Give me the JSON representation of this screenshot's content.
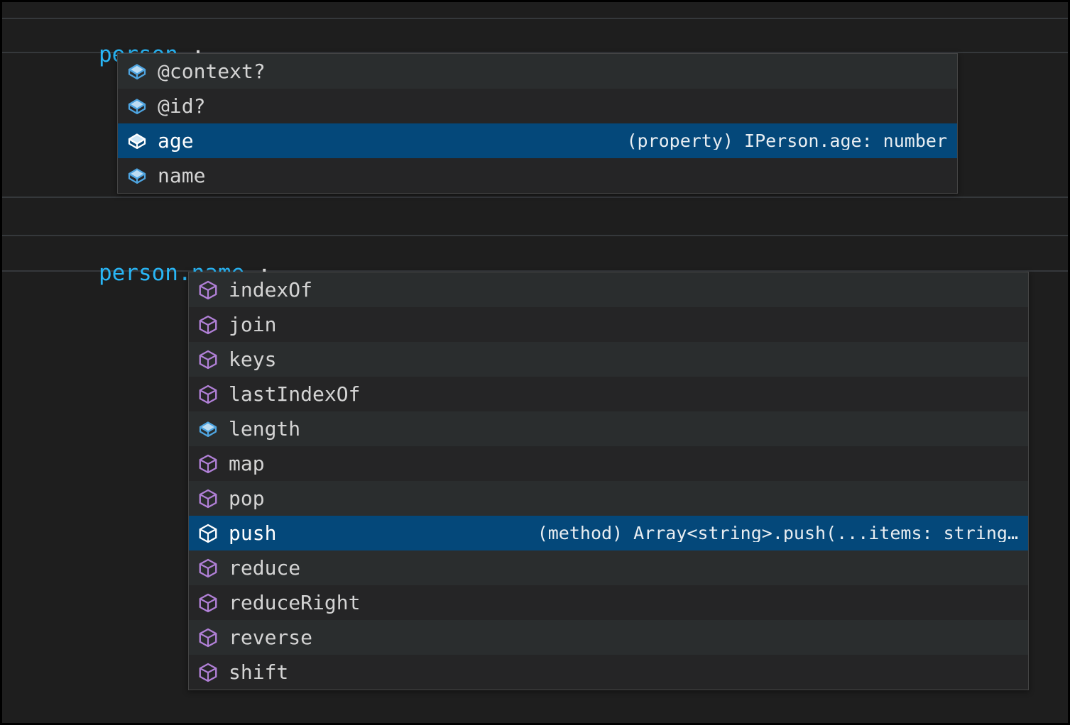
{
  "editor": {
    "theme_background": "#1e1e1e",
    "accent_selection": "#04487a",
    "error_squiggle_color": "#f14c4c",
    "identifier_color": "#29b6f6",
    "lines": [
      {
        "ident": "person",
        "punct": ".;"
      },
      {
        "ident": "person.name",
        "punct": ".;"
      }
    ]
  },
  "suggest_widgets": [
    {
      "id": "person-members",
      "items": [
        {
          "label": "@context?",
          "kind": "property",
          "icon": "property-cube-icon",
          "detail": "",
          "selected": false
        },
        {
          "label": "@id?",
          "kind": "property",
          "icon": "property-cube-icon",
          "detail": "",
          "selected": false
        },
        {
          "label": "age",
          "kind": "property",
          "icon": "property-cube-icon",
          "detail": "(property) IPerson.age: number",
          "selected": true
        },
        {
          "label": "name",
          "kind": "property",
          "icon": "property-cube-icon",
          "detail": "",
          "selected": false
        }
      ]
    },
    {
      "id": "array-members",
      "items": [
        {
          "label": "indexOf",
          "kind": "method",
          "icon": "method-cube-icon",
          "detail": "",
          "selected": false
        },
        {
          "label": "join",
          "kind": "method",
          "icon": "method-cube-icon",
          "detail": "",
          "selected": false
        },
        {
          "label": "keys",
          "kind": "method",
          "icon": "method-cube-icon",
          "detail": "",
          "selected": false
        },
        {
          "label": "lastIndexOf",
          "kind": "method",
          "icon": "method-cube-icon",
          "detail": "",
          "selected": false
        },
        {
          "label": "length",
          "kind": "property",
          "icon": "property-cube-icon",
          "detail": "",
          "selected": false
        },
        {
          "label": "map",
          "kind": "method",
          "icon": "method-cube-icon",
          "detail": "",
          "selected": false
        },
        {
          "label": "pop",
          "kind": "method",
          "icon": "method-cube-icon",
          "detail": "",
          "selected": false
        },
        {
          "label": "push",
          "kind": "method",
          "icon": "method-cube-icon",
          "detail": "(method) Array<string>.push(...items: string…",
          "selected": true
        },
        {
          "label": "reduce",
          "kind": "method",
          "icon": "method-cube-icon",
          "detail": "",
          "selected": false
        },
        {
          "label": "reduceRight",
          "kind": "method",
          "icon": "method-cube-icon",
          "detail": "",
          "selected": false
        },
        {
          "label": "reverse",
          "kind": "method",
          "icon": "method-cube-icon",
          "detail": "",
          "selected": false
        },
        {
          "label": "shift",
          "kind": "method",
          "icon": "method-cube-icon",
          "detail": "",
          "selected": false
        }
      ]
    }
  ],
  "colors": {
    "method_icon": "#b180d7",
    "property_icon": "#4ea4e0",
    "popup_background": "#252526",
    "popup_border": "#454545"
  }
}
